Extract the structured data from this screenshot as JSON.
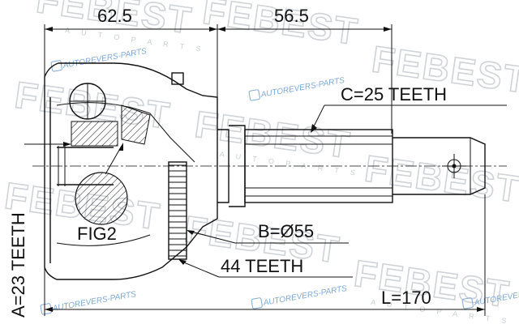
{
  "labels": {
    "dim_top_left": "62.5",
    "dim_top_right": "56.5",
    "c_teeth": "C=25 TEETH",
    "a_teeth": "A=23 TEETH",
    "b_diameter": "B=Ø55",
    "abs_teeth": "44 TEETH",
    "length": "L=170",
    "fig": "FIG2"
  },
  "watermark": {
    "brand": "FEBEST",
    "sub": "A U T O   P A R T S",
    "badge": "AUTOREVERS-PARTS"
  },
  "colors": {
    "line": "#111111",
    "watermark": "#cfd3d8",
    "badge": "#7fa9d6"
  }
}
